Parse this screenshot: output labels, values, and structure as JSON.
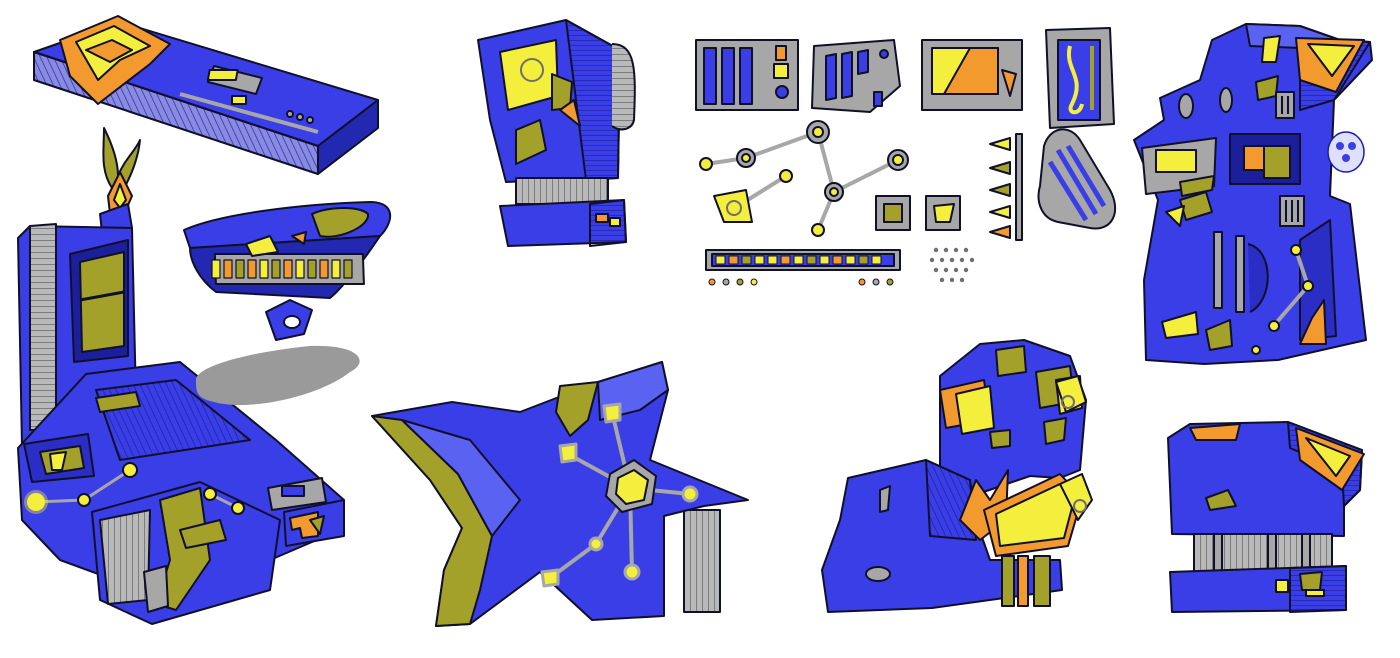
{
  "palette": {
    "blue": "#3a3ee6",
    "blue_dark": "#1c1f9c",
    "blue_light": "#5a62f2",
    "yellow": "#f4ee3c",
    "orange": "#f29a2e",
    "olive": "#a3a12a",
    "gray": "#a7a7a7",
    "gray_dark": "#6f6f6f",
    "shadow": "#9a9a9a",
    "outline": "#10102a"
  },
  "items": [
    {
      "name": "console-slab",
      "kind": "prop"
    },
    {
      "name": "pod-unit",
      "kind": "prop"
    },
    {
      "name": "ui-panel-kit",
      "kind": "decal set"
    },
    {
      "name": "arcade-tower",
      "kind": "prop"
    },
    {
      "name": "command-chair",
      "kind": "prop"
    },
    {
      "name": "hover-platform",
      "kind": "prop"
    },
    {
      "name": "star-desk",
      "kind": "prop"
    },
    {
      "name": "booth-seat",
      "kind": "prop"
    },
    {
      "name": "compact-machine",
      "kind": "prop"
    }
  ]
}
